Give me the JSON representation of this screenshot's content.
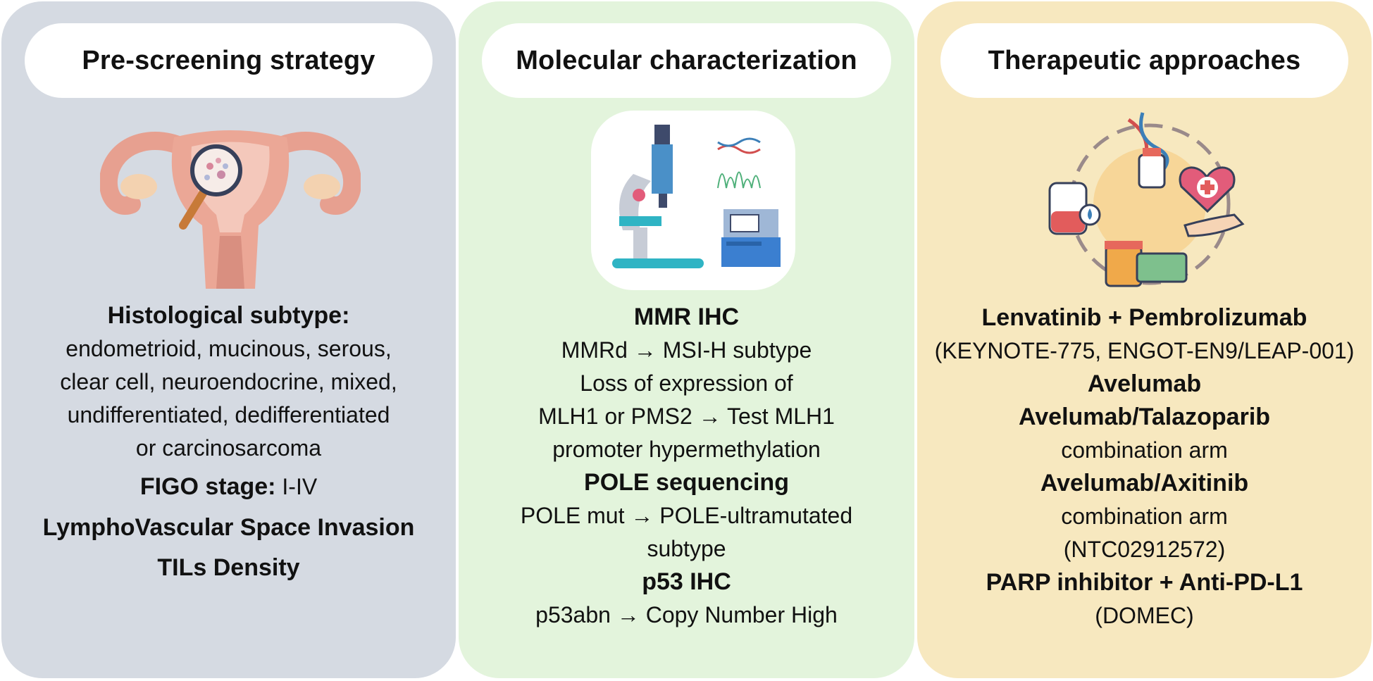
{
  "panels": [
    {
      "title": "Pre-screening strategy",
      "histology_heading": "Histological subtype:",
      "histology_lines": [
        "endometrioid, mucinous, serous,",
        "clear cell, neuroendocrine, mixed,",
        "undifferentiated, dedifferentiated",
        "or carcinosarcoma"
      ],
      "figo_label": "FIGO stage:",
      "figo_value": " I-IV",
      "lvsi": "LymphoVascular Space Invasion",
      "tils": "TILs Density"
    },
    {
      "title": "Molecular characterization",
      "mmr_heading": "MMR IHC",
      "mmr_lines": [
        "MMRd → MSI-H subtype",
        "Loss of expression of",
        "MLH1 or PMS2 → Test MLH1",
        "promoter hypermethylation"
      ],
      "pole_heading": "POLE sequencing",
      "pole_lines": [
        "POLE mut → POLE-ultramutated",
        "subtype"
      ],
      "p53_heading": "p53 IHC",
      "p53_lines": [
        "p53abn → Copy Number High"
      ]
    },
    {
      "title": "Therapeutic approaches",
      "t1_heading": "Lenvatinib + Pembrolizumab",
      "t1_lines": [
        "(KEYNOTE-775, ENGOT-EN9/LEAP-001)"
      ],
      "t2_heading": "Avelumab",
      "t3_heading": "Avelumab/Talazoparib",
      "t3_lines": [
        "combination arm"
      ],
      "t4_heading": "Avelumab/Axitinib",
      "t4_lines": [
        "combination arm",
        "(NTC02912572)"
      ],
      "t5_heading": "PARP inhibitor + Anti-PD-L1",
      "t5_lines": [
        "(DOMEC)"
      ]
    }
  ],
  "colors": {
    "panel1_bg": "#d5dae2",
    "panel2_bg": "#e3f4dc",
    "panel3_bg": "#f7e8bf",
    "pill_bg": "#ffffff"
  },
  "icons": [
    "uterus-magnifier-icon",
    "microscope-sequencer-icon",
    "therapy-cycle-icon"
  ]
}
